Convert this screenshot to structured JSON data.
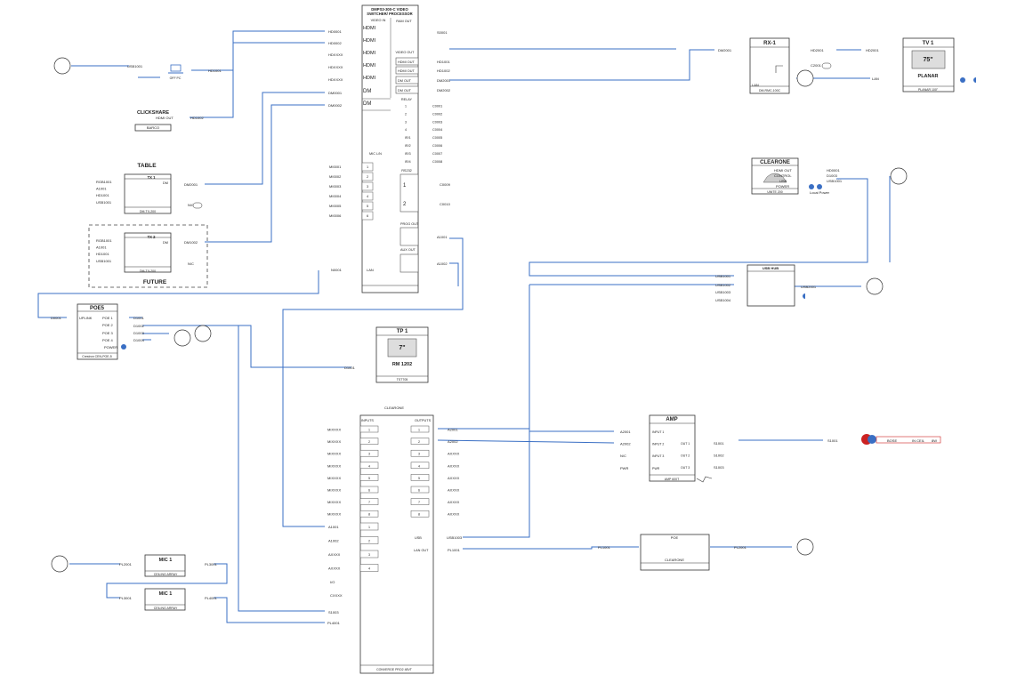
{
  "switcher": {
    "title1": "DMPS3-300-C VIDEO",
    "title2": "SWITCHER/ PROCESSOR",
    "video_in": "VIDEO IN",
    "hdmi": "HDMI",
    "dm": "DM",
    "ram_out": "RAM OUT",
    "video_out": "VIDEO OUT",
    "hdmi_out": "HDMI OUT",
    "dm_out": "DM OUT",
    "relay": "RELAY",
    "mic_in": "MIC L/N",
    "rs232": "RS232",
    "prog_out": "PROG OUT",
    "aux_out": "AUX OUT",
    "lan": "LAN"
  },
  "inputs_labels": [
    "HD0001",
    "HD0002",
    "HDXXXX",
    "HDXXXX",
    "HDXXXX",
    "DM0001",
    "DM0002"
  ],
  "out_labels": [
    "HD1001",
    "HD1002",
    "DM2001",
    "DM2002"
  ],
  "relay_labels": [
    "C0001",
    "C0002",
    "C0003",
    "C0004",
    "C0005",
    "C0006",
    "C0007",
    "C0008"
  ],
  "mic_labels": [
    "MI0001",
    "MI0002",
    "MI0003",
    "MI0004",
    "MI0005",
    "MI0006"
  ],
  "rs232_labels": [
    "C0009",
    "C0010"
  ],
  "misc": {
    "s0001": "S0001",
    "a1001": "A1001",
    "a1002": "A1002",
    "n0001": "N0001",
    "usb1001": "USB1001",
    "hd1001": "HD1001",
    "hd1002": "HD1002",
    "off_pc": "OFF PC"
  },
  "clickshare": {
    "title": "CLICKSHARE",
    "sub": "HDMI OUT",
    "brand": "BARCO"
  },
  "table": {
    "title": "TABLE",
    "tx": "TX 1",
    "model": "DM-TX-200",
    "dm_out": "DM2001",
    "nc": "N/C",
    "inputs": [
      "RGB1001",
      "A1001",
      "HD1001",
      "USB1001"
    ]
  },
  "future": {
    "title": "FUTURE",
    "tx": "TX 2",
    "model": "DM-TX-200",
    "dm_out": "DM1002",
    "nc": "N/C",
    "inputs": [
      "RGB1001",
      "A1001",
      "HD1001",
      "USB1001"
    ]
  },
  "rx": {
    "title": "RX-1",
    "model": "DM-RMC-100C",
    "in": "DM2001",
    "hdmi_out": "HD2001",
    "ir": "C2001",
    "lan": "LAN"
  },
  "tv": {
    "title": "TV 1",
    "size": "75\"",
    "brand": "PLANAR",
    "model": "PLANAR 100\"",
    "hd": "HD2001"
  },
  "clearone_cam": {
    "title": "CLEARONE",
    "model": "UNITE 200",
    "rows": [
      "HDMI OUT",
      "CONTROL",
      "USB"
    ],
    "power": "POWER",
    "local_power": "Local Power",
    "labels": [
      "HD0001",
      "D1003",
      "USB1001"
    ]
  },
  "usb_hub": {
    "title": "USB HUB",
    "in": [
      "USB1001",
      "USB1002",
      "USB1003",
      "USB1004"
    ],
    "out": "USB2001"
  },
  "poe": {
    "title": "POE5",
    "uplink": "UPLINK",
    "ports": [
      "POE 1",
      "POE 2",
      "POE 3",
      "POE 4"
    ],
    "power": "POWER",
    "model": "Crestron CEN-POE-5",
    "d": [
      "D1001",
      "D1002",
      "D1003",
      "D1004"
    ],
    "in": "D0001"
  },
  "tp": {
    "title": "TP 1",
    "size": "7\"",
    "model": "RM 1202",
    "label": "D1001",
    "sub": "TST705"
  },
  "dsp": {
    "title": "CLEARONE",
    "inputs": "INPUTS",
    "outputs": "OUTPUTS",
    "in_labels": [
      "MIXXXX",
      "MIXXXX",
      "MIXXXX",
      "MIXXXX",
      "MIXXXX",
      "MIXXXX",
      "MIXXXX",
      "MIXXXX"
    ],
    "out_labels": [
      "A2001",
      "A2002",
      "AXXXX",
      "AXXXX",
      "AXXXX",
      "AXXXX",
      "AXXXX",
      "AXXXX"
    ],
    "aux_labels": [
      "A1001",
      "A1002",
      "AXXXX",
      "AXXXX"
    ],
    "usb": "USB",
    "usb_label": "USB1003",
    "lan": "LAN OUT",
    "lan_label": "PL1001",
    "misc_labels": [
      "I/O",
      "CXXXX",
      "S1003",
      "PL4001"
    ],
    "model": "CONVERGE PRO2 48VT"
  },
  "amp": {
    "title": "AMP",
    "model": "AMP 600T",
    "ins": [
      "A2001",
      "A2002",
      "N/C",
      "PWR"
    ],
    "outs": [
      "S1001",
      "S1002",
      "S1003"
    ],
    "in_lbl": [
      "INPUT 1",
      "INPUT 2",
      "INPUT 3",
      "PWR"
    ],
    "out_lbl": [
      "OUT 1",
      "OUT 2",
      "OUT 3"
    ]
  },
  "speaker": {
    "label": "S1001",
    "t1": "BOSE",
    "t2": "IN CEIL",
    "t3": "8W"
  },
  "poe2": {
    "title": "POE",
    "brand": "CLEARONE",
    "in": "PL1001",
    "out": "PL2001"
  },
  "mics": [
    {
      "title": "MIC 1",
      "sub": "CEILING ARRAY",
      "in": "PL2001",
      "out": "PL3001"
    },
    {
      "title": "MIC 1",
      "sub": "CEILING ARRAY",
      "in": "PL3001",
      "out": "PL4001"
    }
  ],
  "colors": {
    "wire": "#3a6fc4",
    "stroke": "#333333",
    "red": "#cc2222"
  }
}
